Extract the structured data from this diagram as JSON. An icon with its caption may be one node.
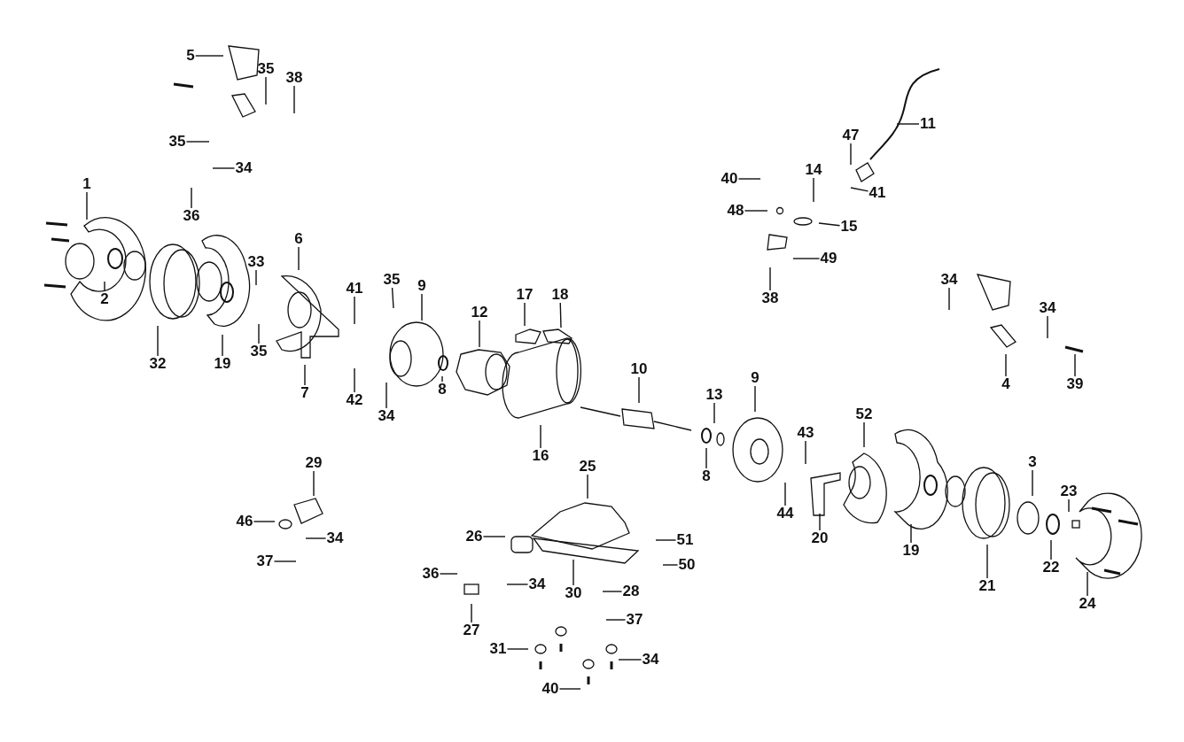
{
  "diagram": {
    "nodes": [
      {
        "text": [
          "5"
        ]
      },
      {
        "text": [
          "35"
        ]
      },
      {
        "text": [
          "38"
        ]
      },
      {
        "text": [
          "35"
        ]
      },
      {
        "text": [
          "34"
        ]
      },
      {
        "text": [
          "1"
        ]
      },
      {
        "text": [
          "11"
        ]
      },
      {
        "text": [
          "47"
        ]
      },
      {
        "text": [
          "40"
        ]
      },
      {
        "text": [
          "14"
        ]
      },
      {
        "text": [
          "41"
        ]
      },
      {
        "text": [
          "36"
        ]
      },
      {
        "text": [
          "48"
        ]
      },
      {
        "text": [
          "15"
        ]
      },
      {
        "text": [
          "49"
        ]
      },
      {
        "text": [
          "6"
        ]
      },
      {
        "text": [
          "2"
        ]
      },
      {
        "text": [
          "33"
        ]
      },
      {
        "text": [
          "38"
        ]
      },
      {
        "text": [
          "41"
        ]
      },
      {
        "text": [
          "35"
        ]
      },
      {
        "text": [
          "9"
        ]
      },
      {
        "text": [
          "12"
        ]
      },
      {
        "text": [
          "17"
        ]
      },
      {
        "text": [
          "18"
        ]
      },
      {
        "text": [
          "34"
        ]
      },
      {
        "text": [
          "34"
        ]
      },
      {
        "text": [
          "32"
        ]
      },
      {
        "text": [
          "19"
        ]
      },
      {
        "text": [
          "35"
        ]
      },
      {
        "text": [
          "10"
        ]
      },
      {
        "text": [
          "4"
        ]
      },
      {
        "text": [
          "39"
        ]
      },
      {
        "text": [
          "7"
        ]
      },
      {
        "text": [
          "42"
        ]
      },
      {
        "text": [
          "34"
        ]
      },
      {
        "text": [
          "8"
        ]
      },
      {
        "text": [
          "9"
        ]
      },
      {
        "text": [
          "13"
        ]
      },
      {
        "text": [
          "52"
        ]
      },
      {
        "text": [
          "43"
        ]
      },
      {
        "text": [
          "16"
        ]
      },
      {
        "text": [
          "8"
        ]
      },
      {
        "text": [
          "29"
        ]
      },
      {
        "text": [
          "25"
        ]
      },
      {
        "text": [
          "3"
        ]
      },
      {
        "text": [
          "23"
        ]
      },
      {
        "text": [
          "20"
        ]
      },
      {
        "text": [
          "44"
        ]
      },
      {
        "text": [
          "46"
        ]
      },
      {
        "text": [
          "34"
        ]
      },
      {
        "text": [
          "51"
        ]
      },
      {
        "text": [
          "26"
        ]
      },
      {
        "text": [
          "19"
        ]
      },
      {
        "text": [
          "37"
        ]
      },
      {
        "text": [
          "50"
        ]
      },
      {
        "text": [
          "36"
        ]
      },
      {
        "text": [
          "34"
        ]
      },
      {
        "text": [
          "28"
        ]
      },
      {
        "text": [
          "30"
        ]
      },
      {
        "text": [
          "21"
        ]
      },
      {
        "text": [
          "22"
        ]
      },
      {
        "text": [
          "24"
        ]
      },
      {
        "text": [
          "37"
        ]
      },
      {
        "text": [
          "27"
        ]
      },
      {
        "text": [
          "31"
        ]
      },
      {
        "text": [
          "34"
        ]
      },
      {
        "text": [
          "40"
        ]
      }
    ],
    "edges": [
      {
        "from": 0,
        "to": null,
        "arrow": "none"
      },
      {
        "from": 1,
        "to": null,
        "arrow": "none"
      },
      {
        "from": 2,
        "to": null,
        "arrow": "none"
      },
      {
        "from": 3,
        "to": null,
        "arrow": "none"
      },
      {
        "from": 4,
        "to": null,
        "arrow": "none"
      },
      {
        "from": 5,
        "to": null,
        "arrow": "none"
      },
      {
        "from": 6,
        "to": null,
        "arrow": "none"
      },
      {
        "from": 7,
        "to": null,
        "arrow": "none"
      },
      {
        "from": 8,
        "to": null,
        "arrow": "none"
      },
      {
        "from": 9,
        "to": null,
        "arrow": "none"
      },
      {
        "from": 10,
        "to": null,
        "arrow": "none"
      },
      {
        "from": 11,
        "to": null,
        "arrow": "none"
      },
      {
        "from": 12,
        "to": null,
        "arrow": "none"
      },
      {
        "from": 13,
        "to": null,
        "arrow": "none"
      },
      {
        "from": 14,
        "to": null,
        "arrow": "none"
      },
      {
        "from": 15,
        "to": null,
        "arrow": "none"
      },
      {
        "from": 16,
        "to": null,
        "arrow": "none"
      },
      {
        "from": 17,
        "to": null,
        "arrow": "none"
      },
      {
        "from": 18,
        "to": null,
        "arrow": "none"
      },
      {
        "from": 19,
        "to": null,
        "arrow": "none"
      },
      {
        "from": 20,
        "to": null,
        "arrow": "none"
      },
      {
        "from": 21,
        "to": null,
        "arrow": "none"
      },
      {
        "from": 22,
        "to": null,
        "arrow": "none"
      },
      {
        "from": 23,
        "to": null,
        "arrow": "none"
      },
      {
        "from": 24,
        "to": null,
        "arrow": "none"
      },
      {
        "from": 25,
        "to": null,
        "arrow": "none"
      },
      {
        "from": 26,
        "to": null,
        "arrow": "none"
      },
      {
        "from": 27,
        "to": null,
        "arrow": "none"
      },
      {
        "from": 28,
        "to": null,
        "arrow": "none"
      },
      {
        "from": 29,
        "to": null,
        "arrow": "none"
      },
      {
        "from": 30,
        "to": null,
        "arrow": "none"
      },
      {
        "from": 31,
        "to": null,
        "arrow": "none"
      },
      {
        "from": 32,
        "to": null,
        "arrow": "none"
      },
      {
        "from": 33,
        "to": null,
        "arrow": "none"
      },
      {
        "from": 34,
        "to": null,
        "arrow": "none"
      },
      {
        "from": 35,
        "to": null,
        "arrow": "none"
      },
      {
        "from": 36,
        "to": null,
        "arrow": "none"
      },
      {
        "from": 37,
        "to": null,
        "arrow": "none"
      },
      {
        "from": 38,
        "to": null,
        "arrow": "none"
      },
      {
        "from": 39,
        "to": null,
        "arrow": "none"
      },
      {
        "from": 40,
        "to": null,
        "arrow": "none"
      },
      {
        "from": 41,
        "to": null,
        "arrow": "none"
      },
      {
        "from": 42,
        "to": null,
        "arrow": "none"
      },
      {
        "from": 43,
        "to": null,
        "arrow": "none"
      },
      {
        "from": 44,
        "to": null,
        "arrow": "none"
      },
      {
        "from": 45,
        "to": null,
        "arrow": "none"
      },
      {
        "from": 46,
        "to": null,
        "arrow": "none"
      },
      {
        "from": 47,
        "to": null,
        "arrow": "none"
      },
      {
        "from": 48,
        "to": null,
        "arrow": "none"
      },
      {
        "from": 49,
        "to": null,
        "arrow": "none"
      },
      {
        "from": 50,
        "to": null,
        "arrow": "none"
      },
      {
        "from": 51,
        "to": null,
        "arrow": "none"
      },
      {
        "from": 52,
        "to": null,
        "arrow": "none"
      },
      {
        "from": 53,
        "to": null,
        "arrow": "none"
      },
      {
        "from": 54,
        "to": null,
        "arrow": "none"
      },
      {
        "from": 55,
        "to": null,
        "arrow": "none"
      },
      {
        "from": 56,
        "to": null,
        "arrow": "none"
      },
      {
        "from": 57,
        "to": null,
        "arrow": "none"
      },
      {
        "from": 58,
        "to": null,
        "arrow": "none"
      },
      {
        "from": 59,
        "to": null,
        "arrow": "none"
      },
      {
        "from": 60,
        "to": null,
        "arrow": "none"
      },
      {
        "from": 61,
        "to": null,
        "arrow": "none"
      },
      {
        "from": 62,
        "to": null,
        "arrow": "none"
      },
      {
        "from": 63,
        "to": null,
        "arrow": "none"
      },
      {
        "from": 64,
        "to": null,
        "arrow": "none"
      },
      {
        "from": 65,
        "to": null,
        "arrow": "none"
      },
      {
        "from": 66,
        "to": null,
        "arrow": "none"
      },
      {
        "from": 67,
        "to": null,
        "arrow": "none"
      }
    ]
  }
}
